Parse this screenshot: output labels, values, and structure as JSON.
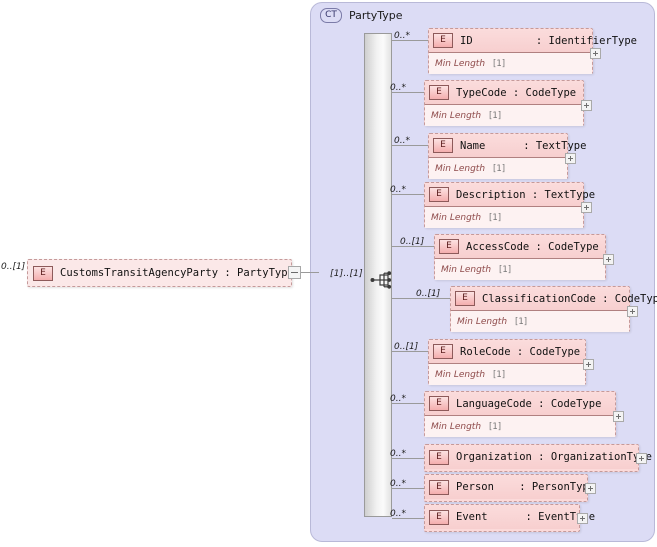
{
  "diagram": {
    "kind": "xsd-schema-diagram",
    "colors": {
      "container_fill": "#dcdcf5",
      "container_border": "#b9b9d8",
      "element_fill": "#fbdada",
      "element_border": "#c59a9a",
      "facet_fill": "#fdf2f2",
      "connector": "#9a9a9a"
    }
  },
  "complex_type": {
    "badge": "CT",
    "name": "PartyType"
  },
  "compositor": {
    "kind": "sequence-icon",
    "cardinality": "[1]..[1]"
  },
  "root_element": {
    "badge": "E",
    "cardinality": "0..[1]",
    "name": "CustomsTransitAgencyParty",
    "separator": " : ",
    "type": "PartyType",
    "label": "CustomsTransitAgencyParty : PartyType",
    "toggle": "minus-toggle"
  },
  "facet_label": "Min Length",
  "facet_value": "[1]",
  "elements": [
    {
      "badge": "E",
      "cardinality": "0..*",
      "name": "ID",
      "type": "IdentifierType",
      "label": "ID          : IdentifierType",
      "facet": "Min Length",
      "facet_value": "[1]",
      "has_facet": true,
      "expander": "plus-toggle"
    },
    {
      "badge": "E",
      "cardinality": "0..*",
      "name": "TypeCode",
      "type": "CodeType",
      "label": "TypeCode : CodeType",
      "facet": "Min Length",
      "facet_value": "[1]",
      "has_facet": true,
      "expander": "plus-toggle"
    },
    {
      "badge": "E",
      "cardinality": "0..*",
      "name": "Name",
      "type": "TextType",
      "label": "Name      : TextType",
      "facet": "Min Length",
      "facet_value": "[1]",
      "has_facet": true,
      "expander": "plus-toggle"
    },
    {
      "badge": "E",
      "cardinality": "0..*",
      "name": "Description",
      "type": "TextType",
      "label": "Description : TextType",
      "facet": "Min Length",
      "facet_value": "[1]",
      "has_facet": true,
      "expander": "plus-toggle"
    },
    {
      "badge": "E",
      "cardinality": "0..[1]",
      "name": "AccessCode",
      "type": "CodeType",
      "label": "AccessCode : CodeType",
      "facet": "Min Length",
      "facet_value": "[1]",
      "has_facet": true,
      "expander": "plus-toggle"
    },
    {
      "badge": "E",
      "cardinality": "0..[1]",
      "name": "ClassificationCode",
      "type": "CodeType",
      "label": "ClassificationCode : CodeType",
      "facet": "Min Length",
      "facet_value": "[1]",
      "has_facet": true,
      "expander": "plus-toggle"
    },
    {
      "badge": "E",
      "cardinality": "0..[1]",
      "name": "RoleCode",
      "type": "CodeType",
      "label": "RoleCode : CodeType",
      "facet": "Min Length",
      "facet_value": "[1]",
      "has_facet": true,
      "expander": "plus-toggle"
    },
    {
      "badge": "E",
      "cardinality": "0..*",
      "name": "LanguageCode",
      "type": "CodeType",
      "label": "LanguageCode : CodeType",
      "facet": "Min Length",
      "facet_value": "[1]",
      "has_facet": true,
      "expander": "plus-toggle"
    },
    {
      "badge": "E",
      "cardinality": "0..*",
      "name": "Organization",
      "type": "OrganizationType",
      "label": "Organization : OrganizationType",
      "has_facet": false,
      "expander": "plus-toggle"
    },
    {
      "badge": "E",
      "cardinality": "0..*",
      "name": "Person",
      "type": "PersonType",
      "label": "Person    : PersonType",
      "has_facet": false,
      "expander": "plus-toggle"
    },
    {
      "badge": "E",
      "cardinality": "0..*",
      "name": "Event",
      "type": "EventType",
      "label": "Event      : EventType",
      "has_facet": false,
      "expander": "plus-toggle"
    }
  ]
}
